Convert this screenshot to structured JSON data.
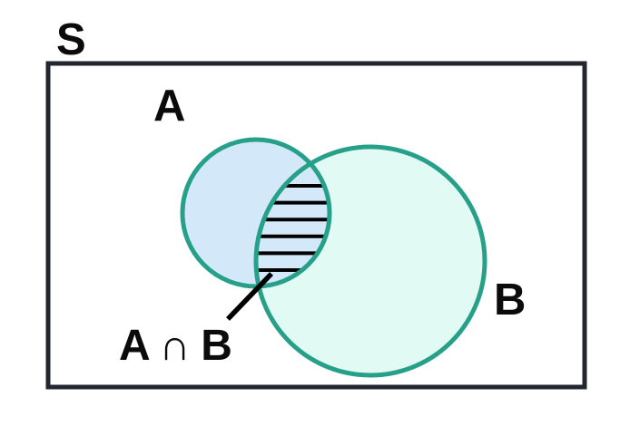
{
  "figure": {
    "type": "venn-diagram",
    "universal_set_label": "S",
    "set_a_label": "A",
    "set_b_label": "B",
    "intersection_label": "A ∩ B",
    "intersection_hatch_line_count": 6
  },
  "colors": {
    "background": "#ffffff",
    "frame_stroke": "#22262e",
    "set_a_fill": "#d3e9f9",
    "set_b_fill": "#e1faf3",
    "circle_stroke": "#27a089",
    "hatch": "#000000",
    "pointer_line": "#000000",
    "label_text": "#0b0b0b"
  }
}
